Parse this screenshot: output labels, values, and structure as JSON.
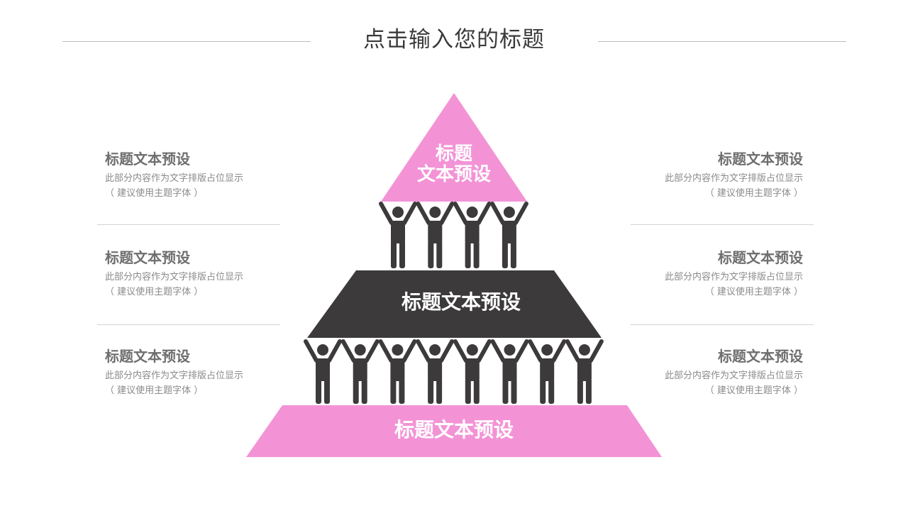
{
  "page": {
    "title": "点击输入您的标题"
  },
  "colors": {
    "pink": "#f393d6",
    "dark": "#3c3a3b",
    "rule": "#bdbdbd"
  },
  "pyramid": {
    "top": {
      "line1": "标题",
      "line2": "文本预设"
    },
    "middle": "标题文本预设",
    "bottom": "标题文本预设",
    "people_upper_row": 4,
    "people_lower_row": 8
  },
  "left_items": [
    {
      "heading": "标题文本预设",
      "line1": "此部分内容作为文字排版占位显示",
      "line2": "（ 建议使用主题字体 ）"
    },
    {
      "heading": "标题文本预设",
      "line1": "此部分内容作为文字排版占位显示",
      "line2": "（ 建议使用主题字体 ）"
    },
    {
      "heading": "标题文本预设",
      "line1": "此部分内容作为文字排版占位显示",
      "line2": "（ 建议使用主题字体 ）"
    }
  ],
  "right_items": [
    {
      "heading": "标题文本预设",
      "line1": "此部分内容作为文字排版占位显示",
      "line2": "（ 建议使用主题字体 ）"
    },
    {
      "heading": "标题文本预设",
      "line1": "此部分内容作为文字排版占位显示",
      "line2": "（ 建议使用主题字体 ）"
    },
    {
      "heading": "标题文本预设",
      "line1": "此部分内容作为文字排版占位显示",
      "line2": "（ 建议使用主题字体 ）"
    }
  ]
}
